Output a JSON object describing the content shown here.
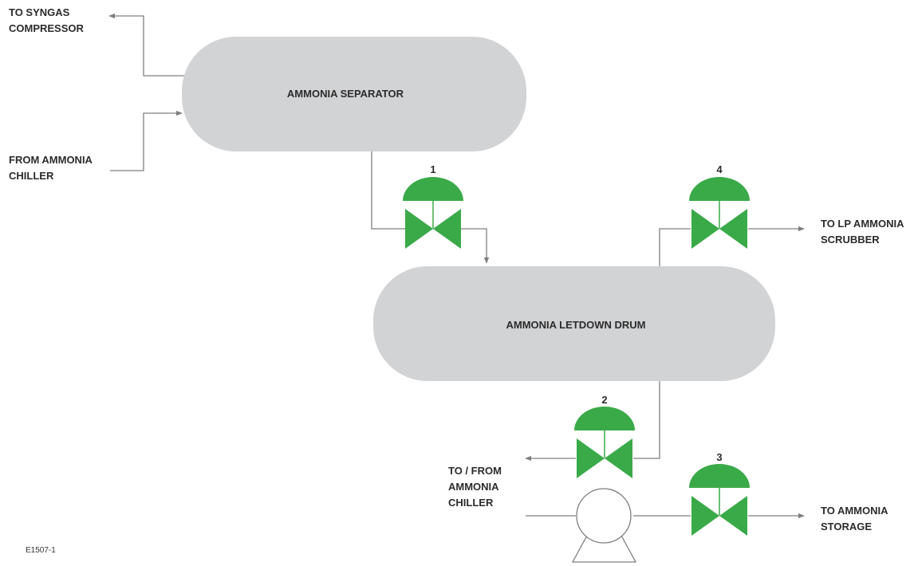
{
  "colors": {
    "vessel_fill": "#d2d3d5",
    "valve_green": "#3aaa48",
    "pipe": "#7f7f7f",
    "text": "#2b2b2b"
  },
  "vessels": {
    "separator": "AMMONIA SEPARATOR",
    "letdown_drum": "AMMONIA LETDOWN DRUM"
  },
  "valves": {
    "v1": "1",
    "v2": "2",
    "v3": "3",
    "v4": "4"
  },
  "labels": {
    "to_syngas_line1": "TO SYNGAS",
    "to_syngas_line2": "COMPRESSOR",
    "from_chiller_line1": "FROM AMMONIA",
    "from_chiller_line2": "CHILLER",
    "to_lp_line1": "TO LP AMMONIA",
    "to_lp_line2": "SCRUBBER",
    "to_from_chiller_line1": "TO / FROM",
    "to_from_chiller_line2": "AMMONIA",
    "to_from_chiller_line3": "CHILLER",
    "to_storage_line1": "TO AMMONIA",
    "to_storage_line2": "STORAGE"
  },
  "equipment": {
    "pump": "pump-icon"
  },
  "figure_id": "E1507-1"
}
